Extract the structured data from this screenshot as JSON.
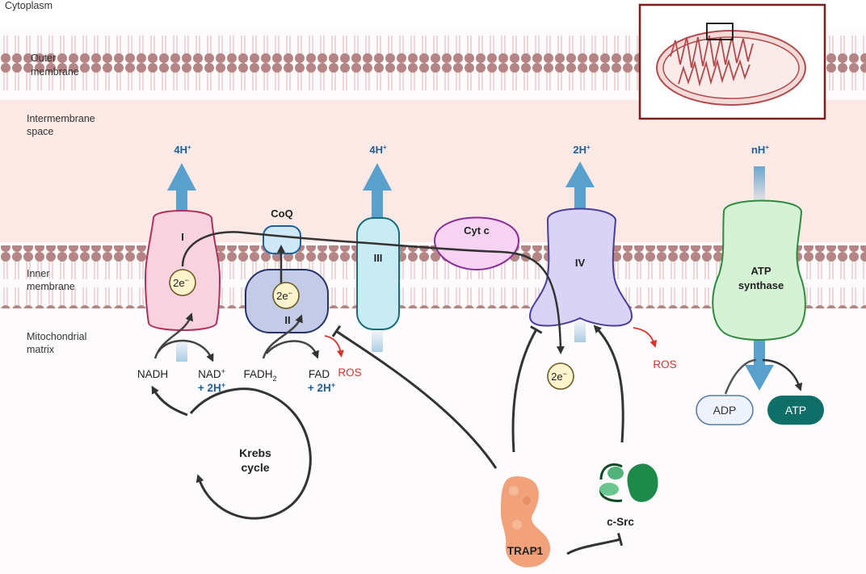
{
  "regions": {
    "cytoplasm": "Cytoplasm",
    "outer_membrane_1": "Outer",
    "outer_membrane_2": "membrane",
    "intermembrane_1": "Intermembrane",
    "intermembrane_2": "space",
    "inner_membrane_1": "Inner",
    "inner_membrane_2": "membrane",
    "matrix_1": "Mitochondrial",
    "matrix_2": "matrix"
  },
  "complexes": {
    "c1": "I",
    "c2": "II",
    "c3": "III",
    "c4": "IV",
    "coq": "CoQ",
    "cytc": "Cyt c",
    "atp_synthase_1": "ATP",
    "atp_synthase_2": "synthase"
  },
  "protons": {
    "c1": "4H",
    "c3": "4H",
    "c4": "2H",
    "atp": "nH",
    "sup": "+"
  },
  "electrons": {
    "label": "2e",
    "sup": "−"
  },
  "metabolites": {
    "nadh": "NADH",
    "nad": "NAD",
    "nad_sup": "+",
    "plus_2h": "+ 2H",
    "fadh2": "FADH",
    "fadh2_sub": "2",
    "fad": "FAD",
    "ros": "ROS",
    "adp": "ADP",
    "atp": "ATP"
  },
  "krebs": {
    "line1": "Krebs",
    "line2": "cycle"
  },
  "regulators": {
    "trap1": "TRAP1",
    "csrc": "c-Src"
  },
  "colors": {
    "proton_blue": "#1f5f9a",
    "arrow_blue": "#5aa0cc",
    "membrane_head": "#b58585",
    "ros_red": "#d6332a",
    "inset_border": "#7a1e1e",
    "trap1_orange": "#f2a27a",
    "csrc_green": "#1e8a4a",
    "atp_teal": "#0f6e68"
  }
}
